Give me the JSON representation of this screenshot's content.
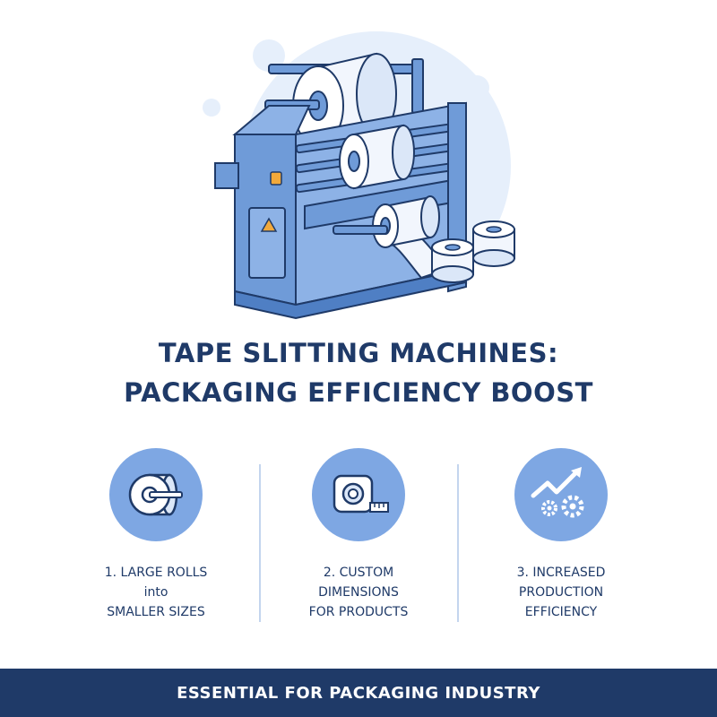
{
  "title": {
    "line1": "TAPE SLITTING MACHINES:",
    "line2": "PACKAGING EFFICIENCY BOOST"
  },
  "features": [
    {
      "icon": "tape-roll-icon",
      "line1": "1. LARGE ROLLS",
      "line2": "into",
      "line3": "SMALLER SIZES"
    },
    {
      "icon": "measuring-tape-icon",
      "line1": "2. CUSTOM",
      "line2": "DIMENSIONS",
      "line3": "FOR PRODUCTS"
    },
    {
      "icon": "growth-chart-gears-icon",
      "line1": "3. INCREASED",
      "line2": "PRODUCTION",
      "line3": "EFFICIENCY"
    }
  ],
  "footer": {
    "text": "ESSENTIAL FOR PACKAGING INDUSTRY"
  },
  "colors": {
    "primary": "#1f3a68",
    "accent": "#7ea7e3",
    "machine": "#6f9bd8",
    "background": "#ffffff"
  },
  "hero": {
    "illustration": "tape-slitting-machine-illustration"
  }
}
